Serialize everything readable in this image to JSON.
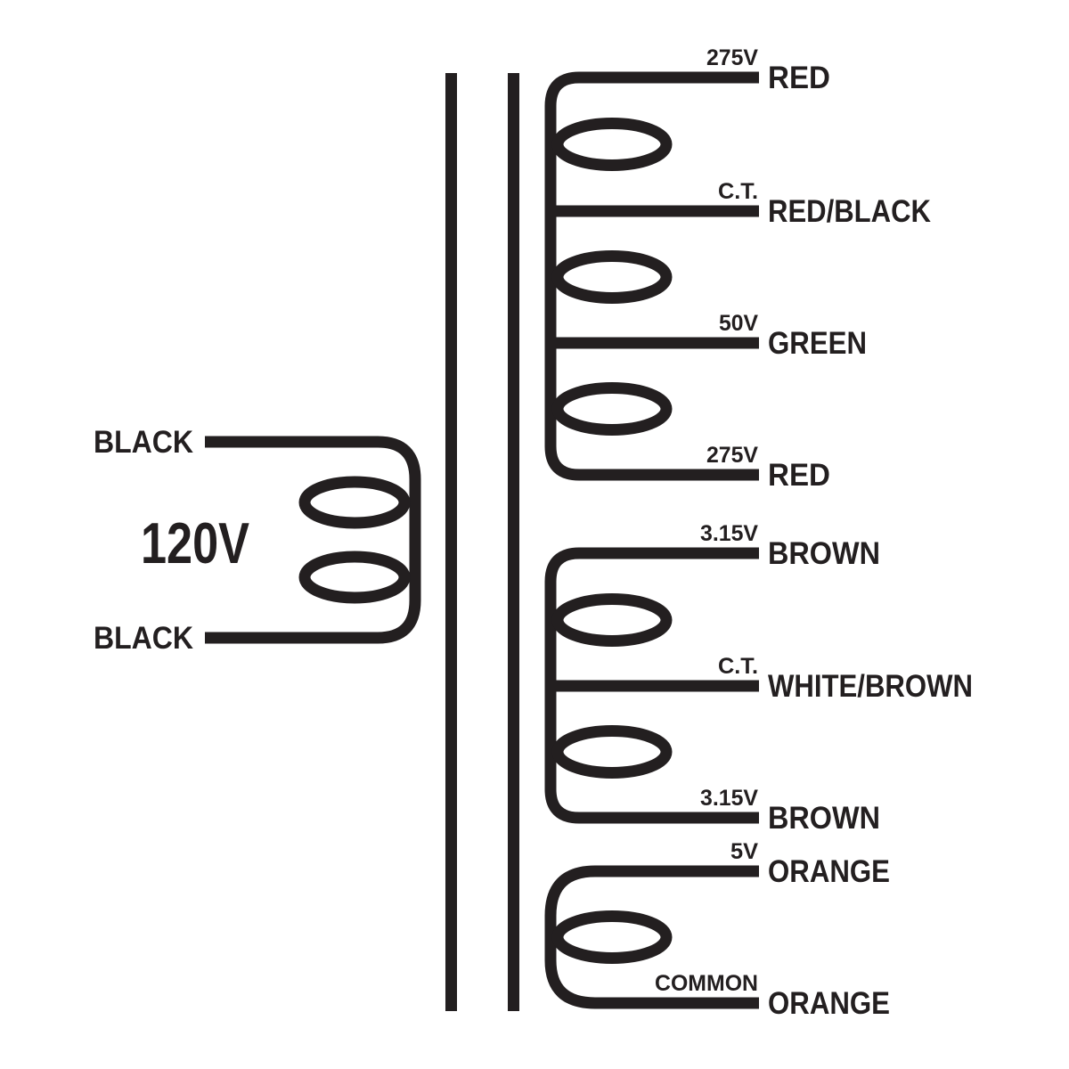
{
  "diagram": {
    "kind": "power-transformer-schematic",
    "ink_color": "#231f20",
    "background_color": "#ffffff",
    "primary": {
      "voltage_label": "120V",
      "top_lead_label": "BLACK",
      "bottom_lead_label": "BLACK"
    },
    "secondary_windings": [
      {
        "taps": [
          {
            "value": "275V",
            "wire_color": "RED"
          },
          {
            "value": "C.T.",
            "wire_color": "RED/BLACK"
          },
          {
            "value": "50V",
            "wire_color": "GREEN"
          },
          {
            "value": "275V",
            "wire_color": "RED"
          }
        ]
      },
      {
        "taps": [
          {
            "value": "3.15V",
            "wire_color": "BROWN"
          },
          {
            "value": "C.T.",
            "wire_color": "WHITE/BROWN"
          },
          {
            "value": "3.15V",
            "wire_color": "BROWN"
          }
        ]
      },
      {
        "taps": [
          {
            "value": "5V",
            "wire_color": "ORANGE"
          },
          {
            "value": "COMMON",
            "wire_color": "ORANGE"
          }
        ]
      }
    ]
  }
}
